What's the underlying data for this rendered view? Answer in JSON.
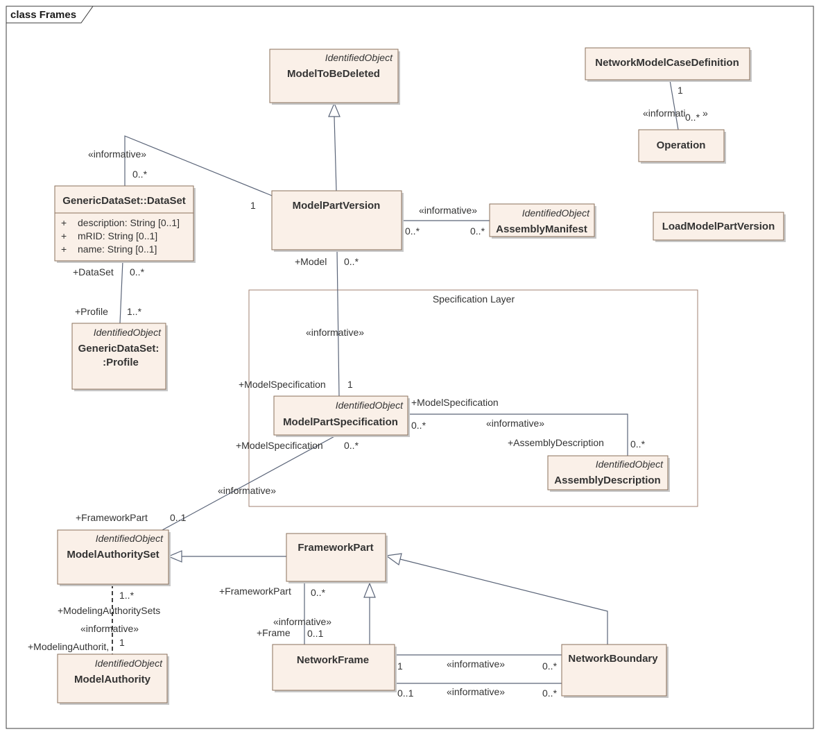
{
  "frame": {
    "title": "class Frames"
  },
  "package": {
    "title": "Specification Layer"
  },
  "classes": {
    "model_to_be_deleted": {
      "stereotype": "IdentifiedObject",
      "name": "ModelToBeDeleted"
    },
    "network_model_case_definition": {
      "name": "NetworkModelCaseDefinition"
    },
    "operation": {
      "name": "Operation"
    },
    "generic_dataset": {
      "name": "GenericDataSet::DataSet",
      "attributes": [
        {
          "vis": "+",
          "text": "description: String [0..1]"
        },
        {
          "vis": "+",
          "text": "mRID: String [0..1]"
        },
        {
          "vis": "+",
          "text": "name: String [0..1]"
        }
      ]
    },
    "model_part_version": {
      "name": "ModelPartVersion"
    },
    "assembly_manifest": {
      "stereotype": "IdentifiedObject",
      "name": "AssemblyManifest"
    },
    "load_model_part_version": {
      "name": "LoadModelPartVersion"
    },
    "generic_profile": {
      "stereotype": "IdentifiedObject",
      "name_line1": "GenericDataSet:",
      "name_line2": ":Profile"
    },
    "model_part_specification": {
      "stereotype": "IdentifiedObject",
      "name": "ModelPartSpecification"
    },
    "assembly_description": {
      "stereotype": "IdentifiedObject",
      "name": "AssemblyDescription"
    },
    "model_authority_set": {
      "stereotype": "IdentifiedObject",
      "name": "ModelAuthoritySet"
    },
    "framework_part": {
      "name": "FrameworkPart"
    },
    "model_authority": {
      "stereotype": "IdentifiedObject",
      "name": "ModelAuthority"
    },
    "network_frame": {
      "name": "NetworkFrame"
    },
    "network_boundary": {
      "name": "NetworkBoundary"
    }
  },
  "labels": {
    "informative": "«informative»",
    "informative_partial": "«informati",
    "informative_tail": "»",
    "one": "1",
    "zero_many": "0..*",
    "zero_one": "0..1",
    "one_many": "1..*",
    "dataset_role": "+DataSet",
    "profile_role": "+Profile",
    "model_role": "+Model",
    "model_specification_role": "+ModelSpecification",
    "assembly_description_role": "+AssemblyDescription",
    "framework_part_role": "+FrameworkPart",
    "modeling_authority_sets_role": "+ModelingAuthoritySets",
    "modeling_authority_role": "+ModelingAuthorit,",
    "frame_role": "+Frame"
  }
}
